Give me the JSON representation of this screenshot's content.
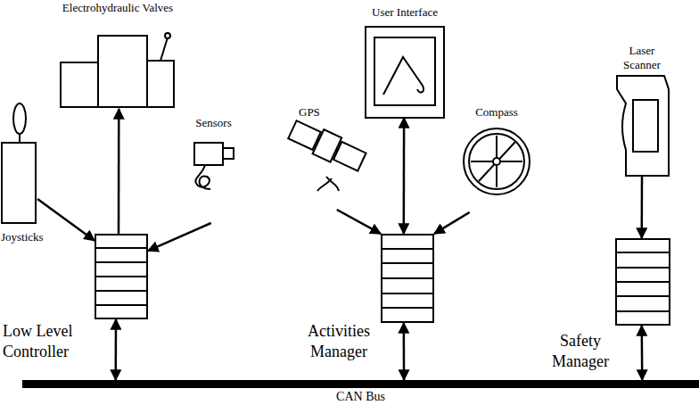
{
  "diagram": {
    "nodes": [
      {
        "text": [
          "Electrohydraulic Valves"
        ]
      },
      {
        "text": [
          "Joysticks"
        ]
      },
      {
        "text": [
          "Sensors"
        ]
      },
      {
        "text": [
          "Low Level Controller"
        ]
      },
      {
        "text": [
          "GPS"
        ]
      },
      {
        "text": [
          "User Interface"
        ]
      },
      {
        "text": [
          "Compass"
        ]
      },
      {
        "text": [
          "Activities Manager"
        ]
      },
      {
        "text": [
          "Laser Scanner"
        ]
      },
      {
        "text": [
          "Safety Manager"
        ]
      },
      {
        "text": [
          "CAN Bus"
        ]
      }
    ],
    "edges": [
      {
        "from": 1,
        "to": 3,
        "arrow": "to"
      },
      {
        "from": 3,
        "to": 0,
        "arrow": "to"
      },
      {
        "from": 2,
        "to": 3,
        "arrow": "to"
      },
      {
        "from": 4,
        "to": 7,
        "arrow": "to"
      },
      {
        "from": 7,
        "to": 5,
        "arrow": "both"
      },
      {
        "from": 6,
        "to": 7,
        "arrow": "to"
      },
      {
        "from": 8,
        "to": 9,
        "arrow": "to"
      },
      {
        "from": 3,
        "to": 10,
        "arrow": "both"
      },
      {
        "from": 7,
        "to": 10,
        "arrow": "both"
      },
      {
        "from": 9,
        "to": 10,
        "arrow": "both"
      }
    ]
  }
}
